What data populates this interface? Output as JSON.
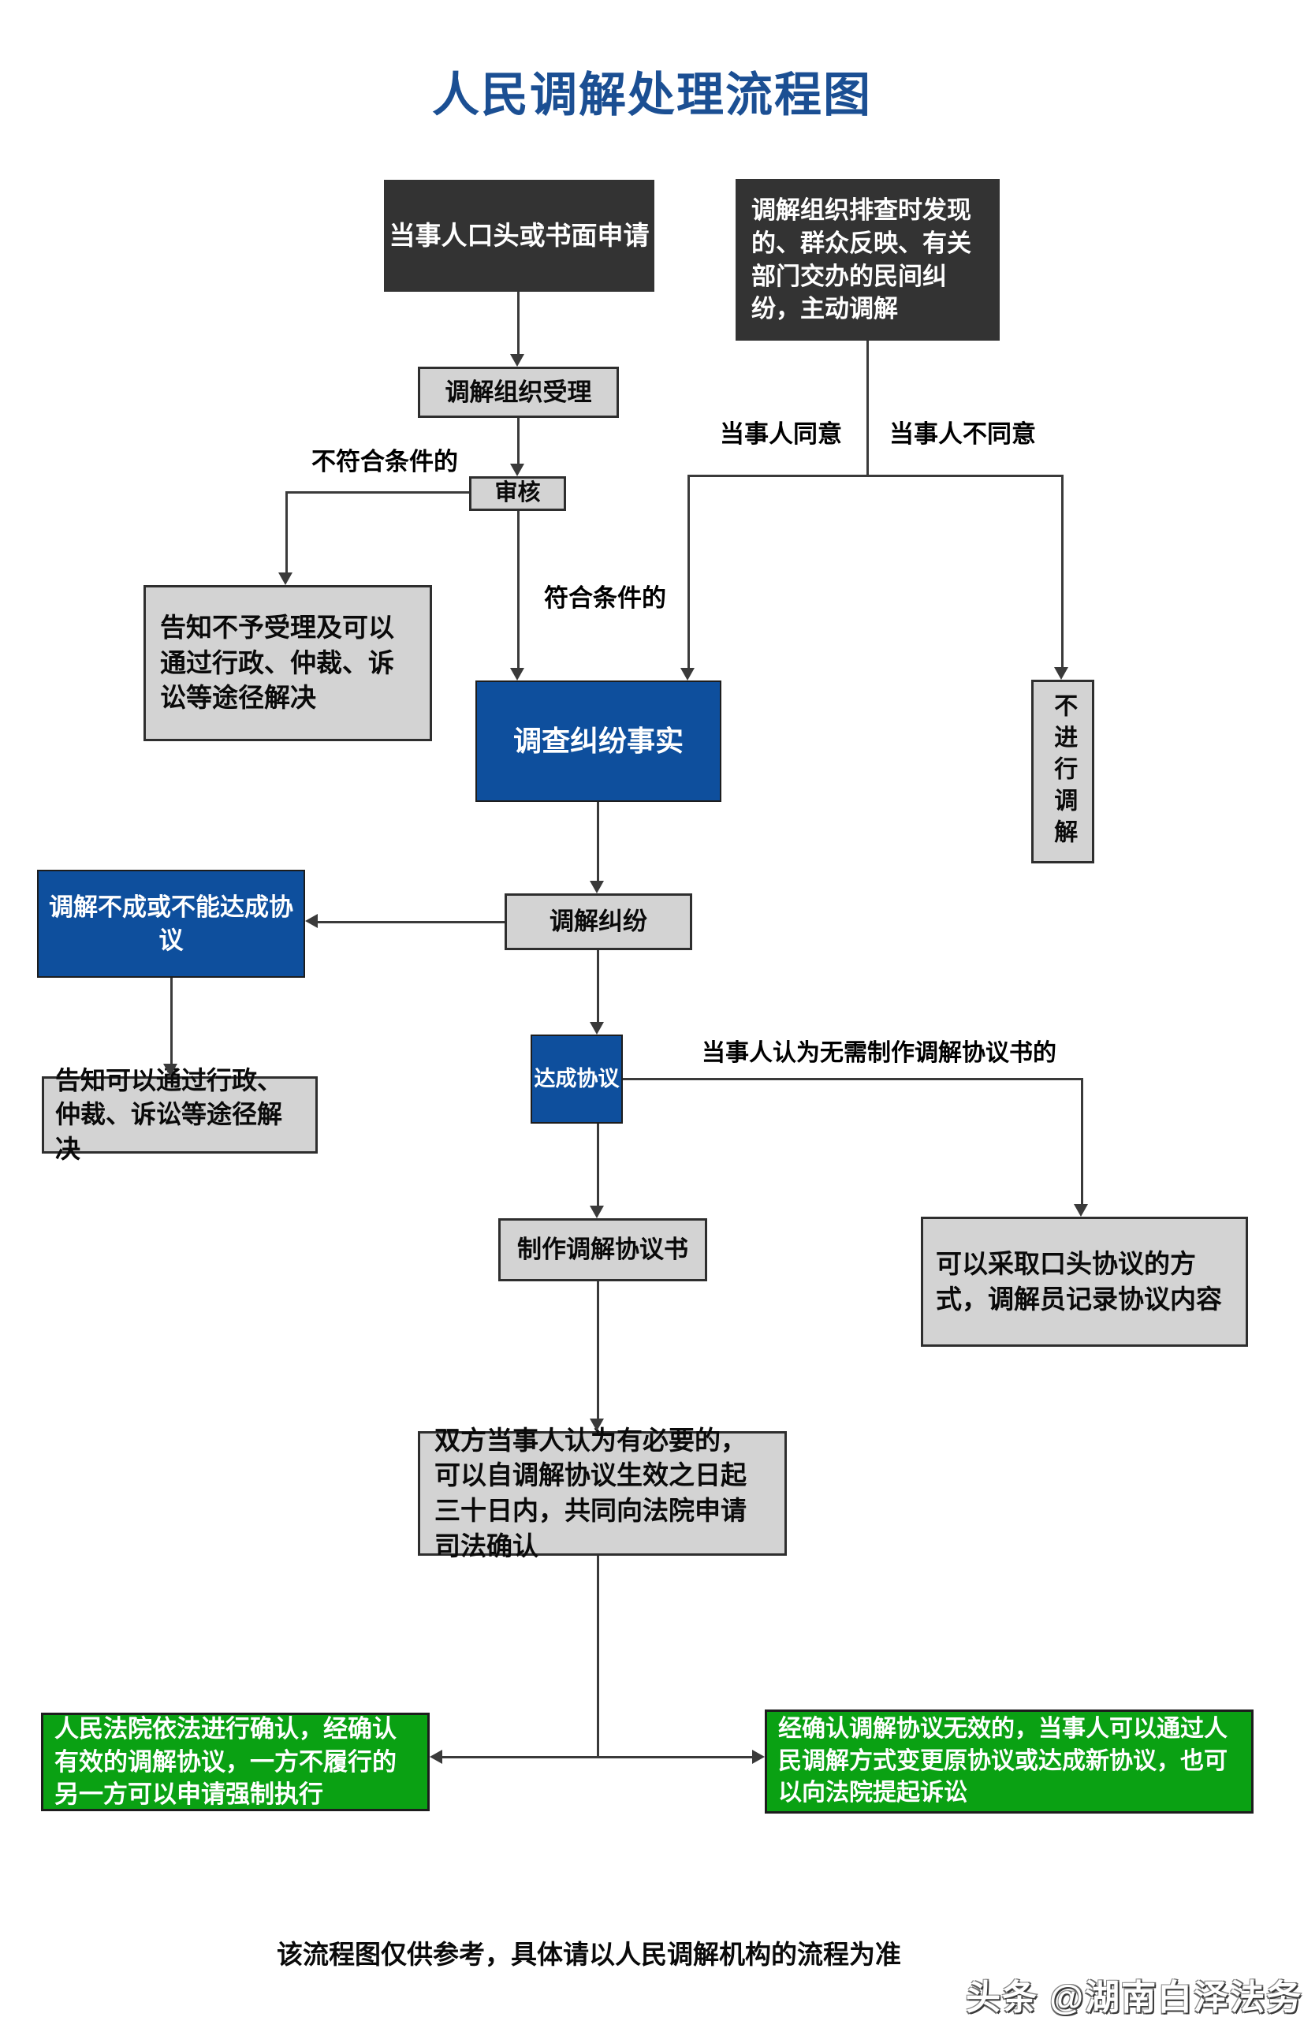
{
  "page": {
    "title": "人民调解处理流程图",
    "footer": "该流程图仅供参考，具体请以人民调解机构的流程为准",
    "watermark": "头条 @湖南白泽法务"
  },
  "colors": {
    "title_blue": "#1B4F93",
    "dark_box": "#333333",
    "gray_box": "#D3D3D3",
    "blue_box": "#0E4F9D",
    "green_box": "#0AA113",
    "line": "#3A3A3A"
  },
  "nodes": {
    "apply": "当事人口头或书面申请",
    "discover": "调解组织排查时发现的、群众反映、有关部门交办的民间纠纷，主动调解",
    "accept": "调解组织受理",
    "review": "审核",
    "reject_notice": "告知不予受理及可以通过行政、仲裁、诉讼等途径解决",
    "investigate": "调查纠纷事实",
    "no_mediation": "不进行调解",
    "mediate": "调解纠纷",
    "fail": "调解不成或不能达成协议",
    "fail_notice": "告知可以通过行政、仲裁、诉讼等途径解决",
    "agreement": "达成协议",
    "oral_agreement": "可以采取口头协议的方式，调解员记录协议内容",
    "make_document": "制作调解协议书",
    "judicial_confirm": "双方当事人认为有必要的，可以自调解协议生效之日起三十日内，共同向法院申请司法确认",
    "confirmed_valid": "人民法院依法进行确认，经确认有效的调解协议，一方不履行的另一方可以申请强制执行",
    "confirmed_invalid": "经确认调解协议无效的，当事人可以通过人民调解方式变更原协议或达成新协议，也可以向法院提起诉讼"
  },
  "edge_labels": {
    "not_qualified": "不符合条件的",
    "qualified": "符合条件的",
    "party_agree": "当事人同意",
    "party_disagree": "当事人不同意",
    "no_need_document": "当事人认为无需制作调解协议书的"
  }
}
